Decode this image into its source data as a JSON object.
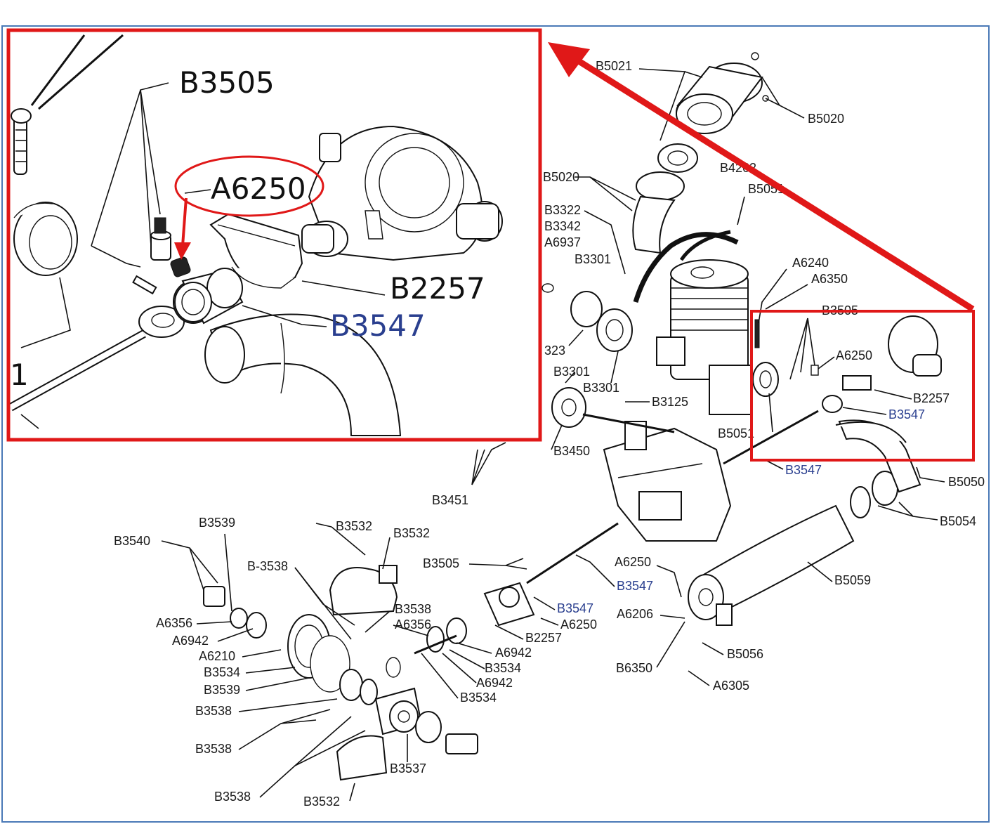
{
  "diagram": {
    "zoom_inset": {
      "labels": [
        "B3505",
        "A6250",
        "B2257",
        "B3547"
      ],
      "highlighted": "A6250",
      "edge_label": "1"
    },
    "main_labels": {
      "top": [
        "B5021",
        "B5020",
        "B5020",
        "B4262",
        "B5051",
        "B3322",
        "B3342",
        "A6937",
        "B3301"
      ],
      "middle": [
        "A6240",
        "A6350",
        "B3505",
        "A6250",
        "B2257",
        "B3547",
        "B3301",
        "B3301",
        "B3125",
        "323",
        "B5051",
        "B3450",
        "B3547",
        "B5050",
        "B5054",
        "B3451"
      ],
      "lower": [
        "B3540",
        "B3539",
        "B3532",
        "B3532",
        "B-3538",
        "B3505",
        "A6250",
        "B3547",
        "B3547",
        "A6250",
        "A6206",
        "B5059",
        "B3538",
        "A6356",
        "A6356",
        "A6942",
        "A6210",
        "B3534",
        "B3539",
        "B2257",
        "A6942",
        "B3534",
        "A6942",
        "B3534",
        "B5056",
        "B6350",
        "A6305",
        "B3538",
        "B3538",
        "B3537",
        "B3538",
        "B3532"
      ]
    },
    "accent_color": "#e01818",
    "border_color": "#4a79b7"
  }
}
